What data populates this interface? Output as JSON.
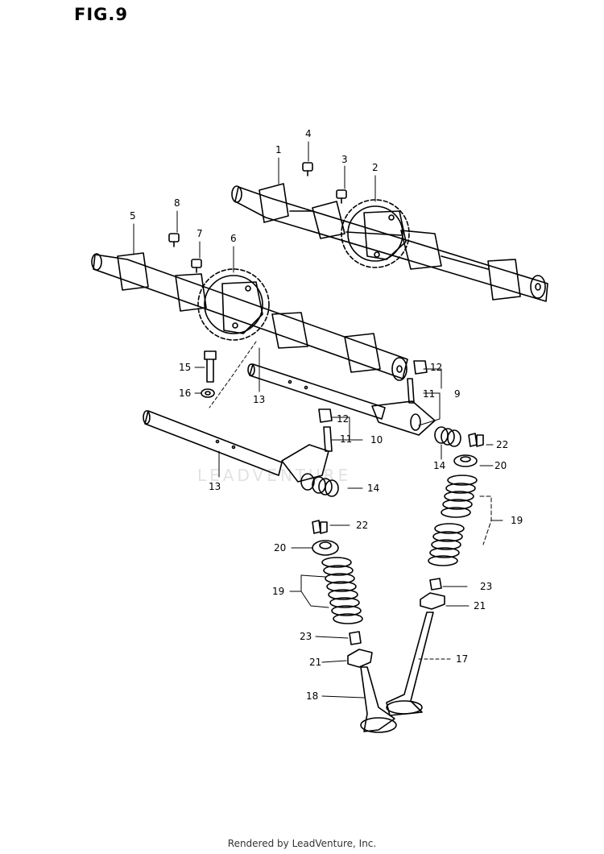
{
  "figure": {
    "title": "FIG.9",
    "watermark": "LEADVENTURE",
    "footer": "Rendered by LeadVenture, Inc."
  },
  "callouts": {
    "c1": "1",
    "c2": "2",
    "c3": "3",
    "c4": "4",
    "c5": "5",
    "c6": "6",
    "c7": "7",
    "c8": "8",
    "c9": "9",
    "c10": "10",
    "c11a": "11",
    "c11b": "11",
    "c12a": "12",
    "c12b": "12",
    "c13a": "13",
    "c13b": "13",
    "c14a": "14",
    "c14b": "14",
    "c15": "15",
    "c16": "16",
    "c17": "17",
    "c18": "18",
    "c19a": "19",
    "c19b": "19",
    "c20a": "20",
    "c20b": "20",
    "c21a": "21",
    "c21b": "21",
    "c22a": "22",
    "c22b": "22",
    "c23a": "23",
    "c23b": "23"
  }
}
